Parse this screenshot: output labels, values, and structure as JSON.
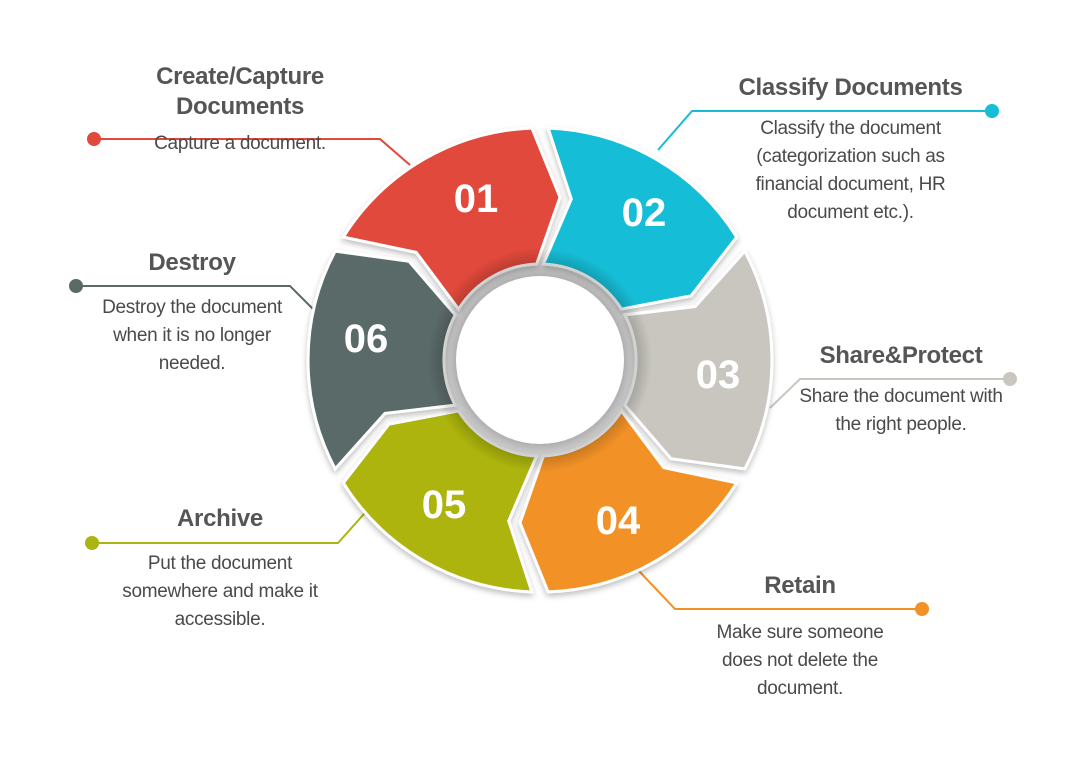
{
  "colors": {
    "step1": "#e0493b",
    "step2": "#17bdd6",
    "step3": "#c8c6bf",
    "step4": "#f29126",
    "step5": "#acb411",
    "step6": "#5a6b67"
  },
  "steps": [
    {
      "number": "01",
      "title": "Create/Capture Documents",
      "description": "Capture a document."
    },
    {
      "number": "02",
      "title": "Classify Documents",
      "description": "Classify the document (categorization such as financial document, HR document etc.)."
    },
    {
      "number": "03",
      "title": "Share&Protect",
      "description": "Share the document with the right people."
    },
    {
      "number": "04",
      "title": "Retain",
      "description": "Make sure someone does not delete the document."
    },
    {
      "number": "05",
      "title": "Archive",
      "description": "Put the document somewhere and make it accessible."
    },
    {
      "number": "06",
      "title": "Destroy",
      "description": "Destroy the document when it is no longer needed."
    }
  ]
}
